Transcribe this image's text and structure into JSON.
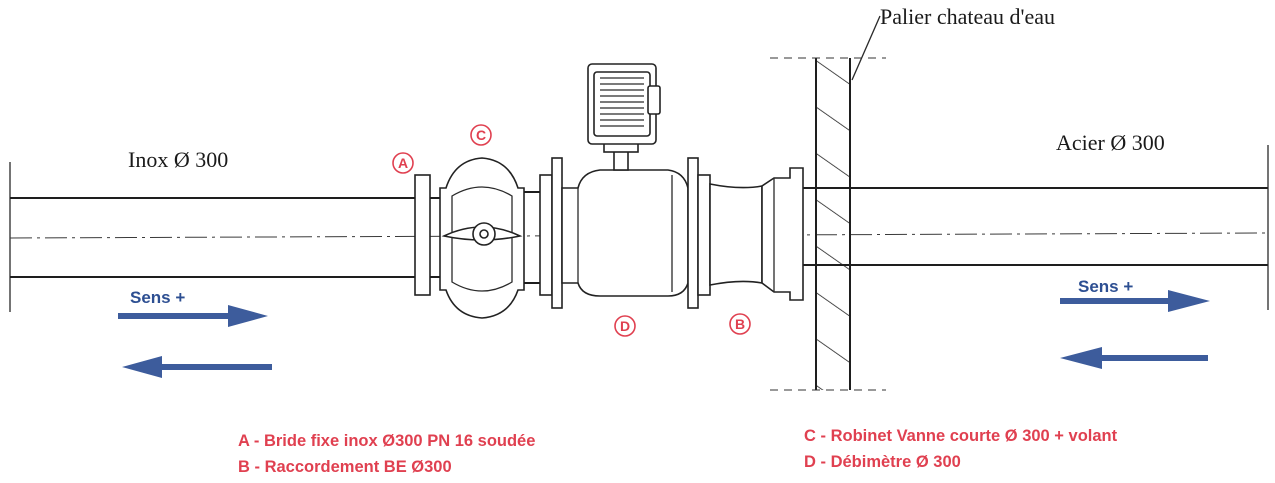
{
  "labels": {
    "left_pipe": "Inox Ø 300",
    "right_pipe": "Acier Ø 300",
    "support": "Palier chateau d'eau",
    "sens_left": "Sens +",
    "sens_right": "Sens +"
  },
  "markers": {
    "a": "A",
    "b": "B",
    "c": "C",
    "d": "D"
  },
  "legend": {
    "a": "A - Bride fixe inox Ø300 PN 16 soudée",
    "b": "B - Raccordement BE Ø300",
    "c": "C - Robinet Vanne courte Ø 300 + volant",
    "d": "D - Débimètre Ø 300"
  },
  "colors": {
    "marker": "#e04050",
    "arrow": "#3d5c9c",
    "line": "#1e1e1e"
  }
}
